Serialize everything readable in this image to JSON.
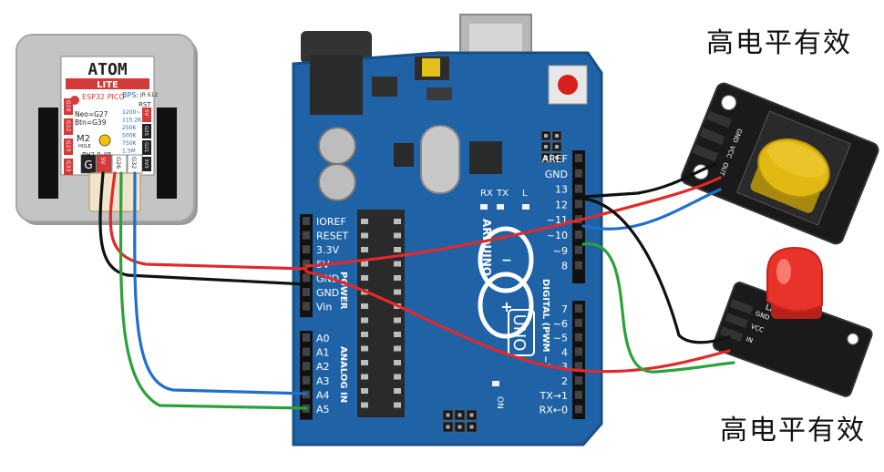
{
  "captions": {
    "top": "高电平有效",
    "bottom": "高电平有效"
  },
  "atom": {
    "logo": "ATOM",
    "sub": "LITE",
    "chip": "ESP32 PICO",
    "bps_title": "BPS:",
    "bps_values": [
      "1200~",
      "115.2K",
      "250K",
      "500K",
      "750K",
      "1.5M"
    ],
    "jr": "JR 612",
    "rst": "RST",
    "neo": "Neo=G27",
    "btn": "Btn=G39",
    "m2": "M2",
    "hole": "HOLE",
    "connector": "PH2.0-4P",
    "left_pins": [
      "G19",
      "G22",
      "G23",
      "G33"
    ],
    "right_pins": [
      "5V",
      "G25",
      "G21",
      "3V3"
    ],
    "bottom_pins": [
      "G",
      "5V",
      "G26",
      "G32"
    ]
  },
  "uno": {
    "logo": "ARDUINO",
    "model": "UNO",
    "on": "ON",
    "rx": "RX",
    "tx": "TX",
    "l": "L",
    "digital": "DIGITAL (PWM ~)",
    "power_header": "POWER",
    "analog_header": "ANALOG IN",
    "power_pins": [
      "IOREF",
      "RESET",
      "3.3V",
      "5V",
      "GND",
      "GND",
      "Vin"
    ],
    "analog_pins": [
      "A0",
      "A1",
      "A2",
      "A3",
      "A4",
      "A5"
    ],
    "digital_top": [
      "AREF",
      "GND",
      "13",
      "12",
      "~11",
      "~10",
      "~9",
      "8"
    ],
    "digital_bottom": [
      "7",
      "~6",
      "~5",
      "4",
      "~3",
      "2",
      "TX→1",
      "RX←0"
    ]
  },
  "button_module": {
    "pins": [
      "GND",
      "VCC",
      "OUT"
    ]
  },
  "led_module": {
    "label": "LED",
    "pins": [
      "GND",
      "VCC",
      "IN"
    ]
  },
  "colors": {
    "board_blue": "#1f63a6",
    "wire_red": "#e02a2a",
    "wire_black": "#111111",
    "wire_blue": "#1e6fd0",
    "wire_green": "#2aa23a",
    "button_yellow": "#e2b812",
    "led_red": "#e8322a"
  }
}
